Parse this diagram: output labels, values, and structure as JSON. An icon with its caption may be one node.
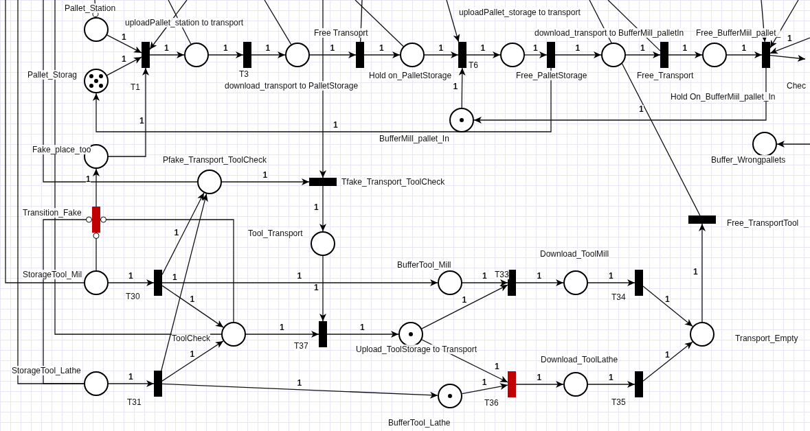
{
  "diagram": {
    "nodes": [
      {
        "text": [],
        "shape": "circle",
        "beside": [
          "Pallet_Station"
        ]
      },
      {
        "text": [],
        "shape": "circle",
        "beside": [
          "Pallet_Storag"
        ]
      },
      {
        "text": [],
        "shape": "bar",
        "beside": [
          "T1"
        ]
      },
      {
        "text": [],
        "shape": "circle",
        "beside": [
          "uploadPallet_station to transport"
        ]
      },
      {
        "text": [],
        "shape": "bar",
        "beside": [
          "T3"
        ]
      },
      {
        "text": [],
        "shape": "circle",
        "beside": [
          "download_transport to PalletStorage"
        ]
      },
      {
        "text": [],
        "shape": "bar",
        "beside": [
          "Free Transoprt"
        ]
      },
      {
        "text": [],
        "shape": "circle",
        "beside": [
          "Hold on_PalletStorage"
        ]
      },
      {
        "text": [],
        "shape": "bar",
        "beside": [
          "T6"
        ]
      },
      {
        "text": [],
        "shape": "circle",
        "beside": [
          "uploadPallet_storage to transport"
        ]
      },
      {
        "text": [],
        "shape": "bar",
        "beside": [
          "Free_PalletStorage"
        ]
      },
      {
        "text": [],
        "shape": "circle",
        "beside": [
          "download_transport to BufferMill_palletIn"
        ]
      },
      {
        "text": [],
        "shape": "bar",
        "beside": [
          "Free_Transport"
        ]
      },
      {
        "text": [],
        "shape": "circle",
        "beside": [
          "Free_BufferMiil_pallet_"
        ]
      },
      {
        "text": [],
        "shape": "bar",
        "beside": [
          "Hold On_BufferMiil_pallet_In"
        ]
      },
      {
        "text": [],
        "shape": "circle",
        "beside": [
          "BufferMill_pallet_In"
        ]
      },
      {
        "text": [],
        "shape": "circle",
        "beside": [
          "Buffer_Wrongpallets"
        ]
      },
      {
        "text": [],
        "shape": "circle",
        "beside": [
          "Fake_place_too"
        ]
      },
      {
        "text": [],
        "shape": "circle",
        "beside": [
          "Pfake_Transport_ToolCheck"
        ]
      },
      {
        "text": [],
        "shape": "bar",
        "beside": [
          "Tfake_Transport_ToolCheck"
        ]
      },
      {
        "text": [],
        "shape": "bar",
        "beside": [
          "Transition_Fake"
        ]
      },
      {
        "text": [],
        "shape": "circle",
        "beside": [
          "Tool_Transport"
        ]
      },
      {
        "text": [],
        "shape": "bar",
        "beside": [
          "Free_TransportTool"
        ]
      },
      {
        "text": [],
        "shape": "circle",
        "beside": [
          "StorageTool_Mil"
        ]
      },
      {
        "text": [],
        "shape": "bar",
        "beside": [
          "T30"
        ]
      },
      {
        "text": [],
        "shape": "circle",
        "beside": [
          "BufferTool_Mill"
        ]
      },
      {
        "text": [],
        "shape": "bar",
        "beside": [
          "T33"
        ]
      },
      {
        "text": [],
        "shape": "circle",
        "beside": [
          "Download_ToolMill"
        ]
      },
      {
        "text": [],
        "shape": "bar",
        "beside": [
          "T34"
        ]
      },
      {
        "text": [],
        "shape": "circle",
        "beside": [
          "ToolCheck"
        ]
      },
      {
        "text": [],
        "shape": "bar",
        "beside": [
          "T37"
        ]
      },
      {
        "text": [],
        "shape": "circle",
        "beside": [
          "Upload_ToolStorage to Transport"
        ]
      },
      {
        "text": [],
        "shape": "circle",
        "beside": [
          "Transport_Empty"
        ]
      },
      {
        "text": [],
        "shape": "circle",
        "beside": [
          "StorageTool_Lathe"
        ]
      },
      {
        "text": [],
        "shape": "bar",
        "beside": [
          "T31"
        ]
      },
      {
        "text": [],
        "shape": "circle",
        "beside": [
          "BufferTool_Lathe"
        ]
      },
      {
        "text": [],
        "shape": "bar",
        "beside": [
          "T36"
        ]
      },
      {
        "text": [],
        "shape": "circle",
        "beside": [
          "Download_ToolLathe"
        ]
      },
      {
        "text": [],
        "shape": "bar",
        "beside": [
          "T35"
        ]
      }
    ],
    "edges": [
      {
        "from": 0,
        "to": 2,
        "arrow": "to",
        "label": "1"
      },
      {
        "from": 1,
        "to": 2,
        "arrow": "to",
        "label": "1"
      },
      {
        "from": 2,
        "to": 3,
        "arrow": "to",
        "label": "1"
      },
      {
        "from": 3,
        "to": 4,
        "arrow": "to",
        "label": "1"
      },
      {
        "from": 4,
        "to": 5,
        "arrow": "to",
        "label": "1"
      },
      {
        "from": 5,
        "to": 6,
        "arrow": "to",
        "label": "1"
      },
      {
        "from": 6,
        "to": 7,
        "arrow": "to",
        "label": "1"
      },
      {
        "from": 7,
        "to": 8,
        "arrow": "to",
        "label": "1"
      },
      {
        "from": 8,
        "to": 9,
        "arrow": "to",
        "label": "1"
      },
      {
        "from": 9,
        "to": 10,
        "arrow": "to",
        "label": "1"
      },
      {
        "from": 10,
        "to": 11,
        "arrow": "to",
        "label": "1"
      },
      {
        "from": 11,
        "to": 12,
        "arrow": "to",
        "label": "1"
      },
      {
        "from": 12,
        "to": 13,
        "arrow": "to",
        "label": "1"
      },
      {
        "from": 13,
        "to": 14,
        "arrow": "to",
        "label": "1"
      },
      {
        "from": 14,
        "to": null,
        "arrow": "to"
      },
      {
        "from": null,
        "to": 14,
        "arrow": "to",
        "label": "1"
      },
      {
        "from": null,
        "to": 14,
        "arrow": "to"
      },
      {
        "from": null,
        "to": 14,
        "arrow": "to"
      },
      {
        "from": 15,
        "to": 8,
        "arrow": "to",
        "label": "1"
      },
      {
        "from": 14,
        "to": 15,
        "arrow": "to",
        "label": "1"
      },
      {
        "from": 10,
        "to": 1,
        "arrow": "to",
        "label": "1"
      },
      {
        "from": 17,
        "to": 2,
        "arrow": "to",
        "label": "1"
      },
      {
        "from": 20,
        "to": 17,
        "arrow": "to",
        "label": "1"
      },
      {
        "from": 23,
        "to": 20,
        "arrow": "other"
      },
      {
        "from": 33,
        "to": 20,
        "arrow": "other"
      },
      {
        "from": 29,
        "to": 20,
        "arrow": "other"
      },
      {
        "from": 18,
        "to": 19,
        "arrow": "to",
        "label": "1"
      },
      {
        "from": 19,
        "to": 21,
        "arrow": "to",
        "label": "1"
      },
      {
        "from": 21,
        "to": 30,
        "arrow": "to",
        "label": "1"
      },
      {
        "from": 23,
        "to": 24,
        "arrow": "to",
        "label": "1"
      },
      {
        "from": 24,
        "to": 18,
        "arrow": "to",
        "label": "1"
      },
      {
        "from": 24,
        "to": 29,
        "arrow": "to",
        "label": "1"
      },
      {
        "from": 24,
        "to": 25,
        "arrow": "to",
        "label": "1"
      },
      {
        "from": 33,
        "to": 34,
        "arrow": "to",
        "label": "1"
      },
      {
        "from": 34,
        "to": 18,
        "arrow": "to",
        "label": "1"
      },
      {
        "from": 34,
        "to": 29,
        "arrow": "to",
        "label": "1"
      },
      {
        "from": 34,
        "to": 35,
        "arrow": "to",
        "label": "1"
      },
      {
        "from": 29,
        "to": 30,
        "arrow": "to",
        "label": "1"
      },
      {
        "from": 30,
        "to": 31,
        "arrow": "to",
        "label": "1"
      },
      {
        "from": 31,
        "to": 26,
        "arrow": "to",
        "label": "1"
      },
      {
        "from": 31,
        "to": 36,
        "arrow": "to",
        "label": "1"
      },
      {
        "from": 25,
        "to": 26,
        "arrow": "to",
        "label": "1"
      },
      {
        "from": 26,
        "to": 27,
        "arrow": "to",
        "label": "1"
      },
      {
        "from": 27,
        "to": 28,
        "arrow": "to",
        "label": "1"
      },
      {
        "from": 28,
        "to": 32,
        "arrow": "to",
        "label": "1"
      },
      {
        "from": 35,
        "to": 36,
        "arrow": "to",
        "label": "1"
      },
      {
        "from": 36,
        "to": 37,
        "arrow": "to",
        "label": "1"
      },
      {
        "from": 37,
        "to": 38,
        "arrow": "to",
        "label": "1"
      },
      {
        "from": 38,
        "to": 32,
        "arrow": "to",
        "label": "1"
      },
      {
        "from": 32,
        "to": 22,
        "arrow": "to",
        "label": "1"
      },
      {
        "from": null,
        "to": 22,
        "arrow": "none"
      },
      {
        "from": null,
        "to": 16,
        "arrow": "to"
      },
      {
        "from": null,
        "to": 0,
        "arrow": "other"
      },
      {
        "from": null,
        "to": 2,
        "arrow": "to"
      },
      {
        "from": null,
        "to": 3,
        "arrow": "none"
      },
      {
        "from": null,
        "to": 5,
        "arrow": "none"
      },
      {
        "from": null,
        "to": 6,
        "arrow": "none"
      },
      {
        "from": null,
        "to": 7,
        "arrow": "none"
      },
      {
        "from": null,
        "to": 8,
        "arrow": "to"
      },
      {
        "from": null,
        "to": 12,
        "arrow": "none"
      },
      {
        "from": null,
        "to": 18,
        "arrow": "none"
      },
      {
        "from": null,
        "to": 23,
        "arrow": "none"
      },
      {
        "from": null,
        "to": 33,
        "arrow": "none"
      },
      {
        "from": null,
        "to": 29,
        "arrow": "none"
      },
      {
        "from": null,
        "to": 19,
        "arrow": "to"
      }
    ],
    "labels": [
      "Chec"
    ]
  }
}
